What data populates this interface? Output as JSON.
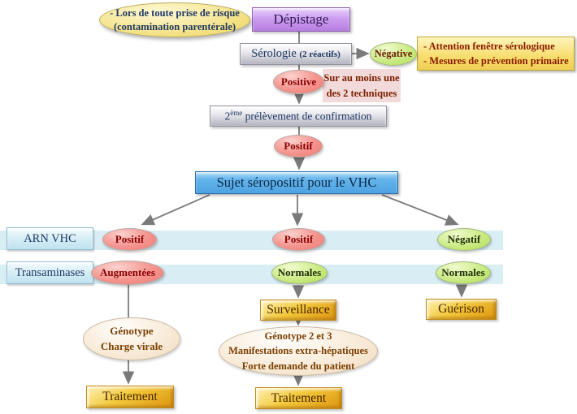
{
  "colors": {
    "positive_pink": "#f4938d",
    "negative_green": "#c6e97d",
    "band_blue": "#d9edf4",
    "gold": "#f3c93c",
    "purple": "#cc9ef0",
    "blue_box": "#63b3ea",
    "note_yellow": "#f4e184",
    "warning_yellow": "#f7dd6d",
    "cream": "#f6e6d0",
    "connector_gray": "#7a7a7a"
  },
  "top_note": {
    "line1": "- Lors de toute prise de risque",
    "line2": "(contamination parentérale)"
  },
  "depistage": {
    "label": "Dépistage"
  },
  "serologie": {
    "label": "Sérologie",
    "sub": "(2 réactifs)"
  },
  "negative": {
    "label": "Négative"
  },
  "warning": {
    "line1": "- Attention fenêtre sérologique",
    "line2": "- Mesures de prévention primaire"
  },
  "positive": {
    "label": "Positive",
    "note_line1": "Sur au moins une",
    "note_line2": "des 2 techniques"
  },
  "confirmation": {
    "base": "2",
    "sup": "ème",
    "rest": " prélèvement de confirmation"
  },
  "positif": {
    "label": "Positif"
  },
  "seropositif": {
    "label": "Sujet séropositif pour le VHC"
  },
  "arn_row": {
    "label": "ARN VHC",
    "values": [
      "Positif",
      "Positif",
      "Négatif"
    ]
  },
  "transaminases_row": {
    "label": "Transaminases",
    "values": [
      "Augmentées",
      "Normales",
      "Normales"
    ]
  },
  "left_branch": {
    "ellipse_line1": "Génotype",
    "ellipse_line2": "Charge virale",
    "box": "Traitement"
  },
  "middle_branch": {
    "surveillance": "Surveillance",
    "ellipse_line1": "Génotype 2 et 3",
    "ellipse_line2": "Manifestations extra-hépatiques",
    "ellipse_line3": "Forte demande du patient",
    "box": "Traitement"
  },
  "right_branch": {
    "box": "Guérison"
  }
}
